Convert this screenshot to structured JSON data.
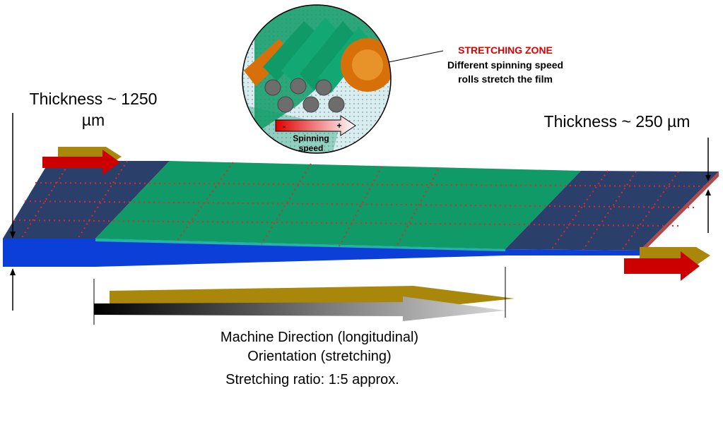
{
  "thickness_left": {
    "line1": "Thickness ~ 1250",
    "line2": "µm"
  },
  "thickness_right": "Thickness ~ 250 µm",
  "stretching_zone": {
    "title": "STRETCHING ZONE",
    "line1": "Different spinning speed",
    "line2": "rolls stretch the film",
    "title_color": "#e00000"
  },
  "spinning_speed": {
    "line1": "Spinning",
    "line2": "speed",
    "minus": "-",
    "plus": "+"
  },
  "machine_direction": {
    "line1": "Machine Direction (longitudinal)",
    "line2": "Orientation (stretching)",
    "ratio": "Stretching ratio: 1:5 approx."
  },
  "colors": {
    "film_thick": "#2b3f6b",
    "film_stretch": "#0f9a67",
    "film_edge": "#0b3fd8",
    "grid_dots": "#e22a2a",
    "arrow_red": "#cc0000",
    "arrow_gold": "#a8870a",
    "roll_orange": "#d8700a"
  }
}
